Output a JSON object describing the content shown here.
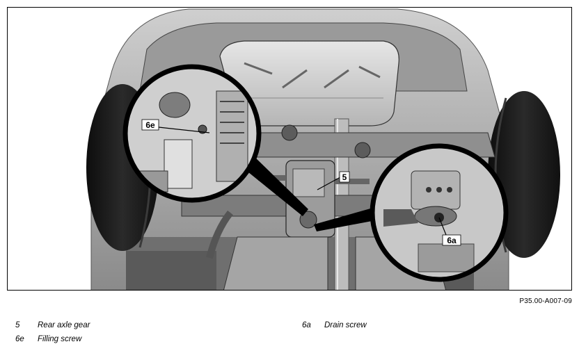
{
  "figure": {
    "callouts": [
      {
        "id": "5",
        "label": "5"
      },
      {
        "id": "6e",
        "label": "6e"
      },
      {
        "id": "6a",
        "label": "6a"
      }
    ],
    "reference": "P35.00-A007-09"
  },
  "legend": [
    {
      "code": "5",
      "text": "Rear axle gear"
    },
    {
      "code": "6e",
      "text": "Filling screw"
    },
    {
      "code": "6a",
      "text": "Drain screw"
    }
  ]
}
